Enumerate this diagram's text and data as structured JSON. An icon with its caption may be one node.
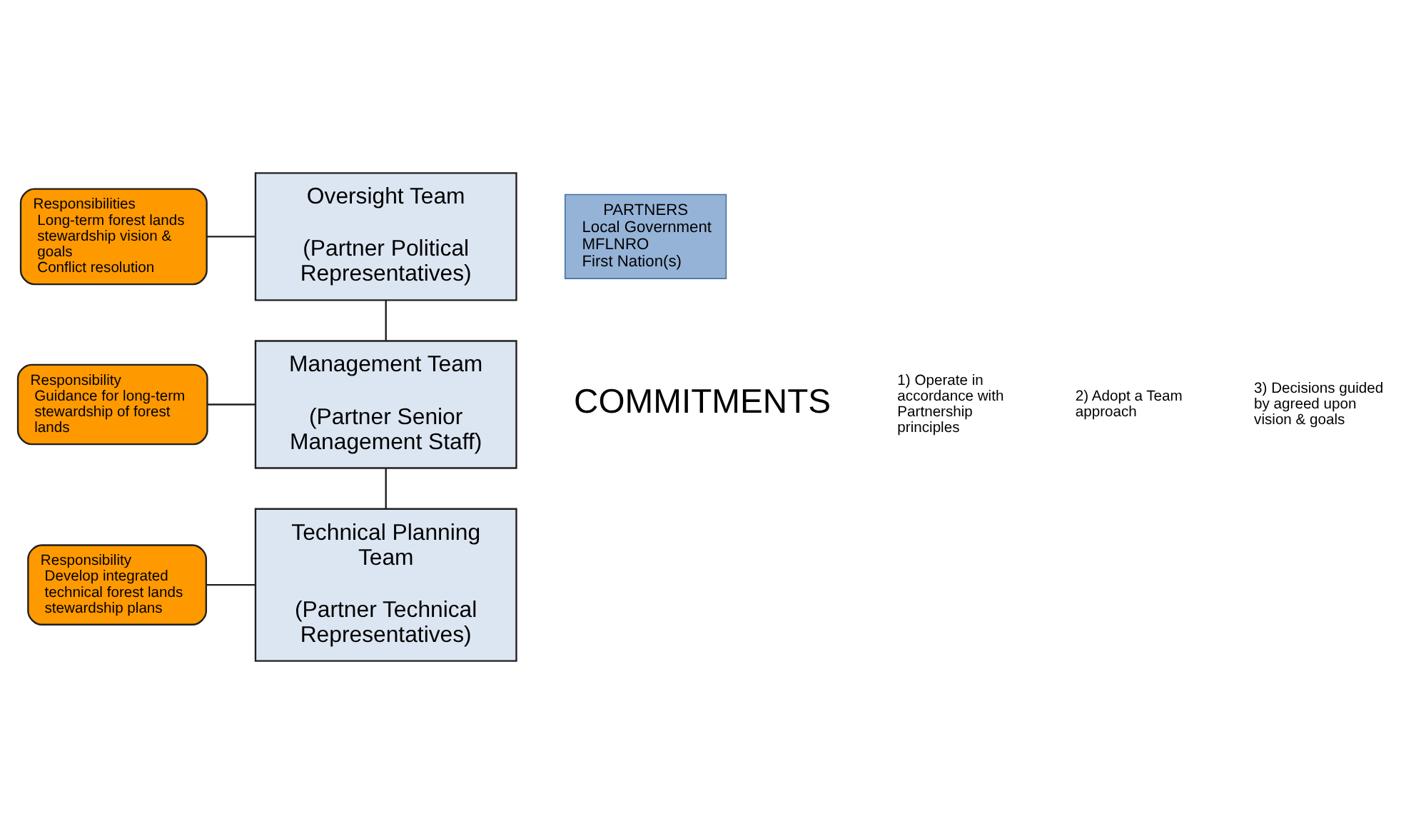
{
  "diagram": {
    "nodes": [
      {
        "text": [
          "Oversight Team",
          "(Partner Political Representatives)"
        ]
      },
      {
        "text": [
          "Management Team",
          "(Partner Senior Management Staff)"
        ]
      },
      {
        "text": [
          "Technical Planning Team",
          "(Partner Technical Representatives)"
        ]
      },
      {
        "text": [
          "Responsibilities",
          "Long-term forest lands stewardship vision & goals",
          "Conflict resolution"
        ]
      },
      {
        "text": [
          "Responsibility",
          "Guidance for long-term stewardship of forest lands"
        ]
      },
      {
        "text": [
          "Responsibility",
          "Develop integrated technical forest lands stewardship plans"
        ]
      },
      {
        "text": [
          "PARTNERS",
          "Local Government",
          "MFLNRO",
          "First Nation(s)"
        ]
      }
    ],
    "edges": [
      {
        "from": 3,
        "to": 0,
        "arrow": "none"
      },
      {
        "from": 0,
        "to": 1,
        "arrow": "none"
      },
      {
        "from": 4,
        "to": 1,
        "arrow": "none"
      },
      {
        "from": 1,
        "to": 2,
        "arrow": "none"
      },
      {
        "from": 5,
        "to": 2,
        "arrow": "none"
      }
    ],
    "labels": [
      "COMMITMENTS",
      "1) Operate in accordance with Partnership principles",
      "2) Adopt a Team approach",
      "3) Decisions guided by agreed upon vision & goals"
    ]
  }
}
